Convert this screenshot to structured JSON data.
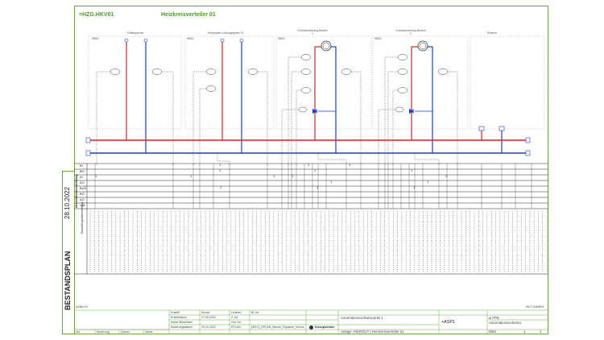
{
  "sheet": {
    "id": "=HZG.HKV01",
    "title": "Heizkreisverteiler 01",
    "date": "28.10.2022",
    "status": "BESTANDSPLAN",
    "side_label_1": "Messstellenbeschreibung",
    "side_label_2": "Darstellungsbeschreibung"
  },
  "sections": [
    {
      "label": "Pufferspeicher",
      "code": "HBM1"
    },
    {
      "label": "Heizregister Luftvorgegeben 01",
      "code": "HBM1"
    },
    {
      "label": "Fußbodenheizung Bereich 1",
      "code": "HBM1"
    },
    {
      "label": "Fußbodenheizung Bereich 2",
      "code": "HBM1"
    },
    {
      "label": "Reserve",
      "code": ""
    }
  ],
  "signal_rows": [
    "BI",
    "BO",
    "AI",
    "AO",
    "BUS",
    "BO",
    "AO",
    "UM"
  ],
  "title_block": {
    "erstellt": "Erstellt",
    "erstelldatum": "Erstelldatum",
    "letzter_bearbeiter": "letzter Bearbeiter",
    "aenderungsdatum": "Änderungsdatum",
    "kunde": "Kunde",
    "erstellt_date": "27.05.2022",
    "aenderung_date": "29.10.2022",
    "norm": "EPLAN",
    "project": "[IEEC]_EPLAN_Meuse_Expanse_Norme",
    "leitwert": "Leitwert",
    "z_nr": "Z.-Nr.",
    "ger_nr": "Ger.-Nr.",
    "bl_nr": "Bl.-Nr.",
    "col_aend": "Änderung",
    "col_datum": "Datum",
    "col_name": "Name",
    "col_ind": "Ind",
    "company": "Kreuzpointner",
    "desc_1": "Automationsschwerpunkt 1",
    "desc_2": "Anlage: MSR/GLT | Heizkreisverteiler 01",
    "code": "+ASP1",
    "doc_type": "& PPE",
    "doc_subtype": "Automationsschema",
    "blatt_label": "Blatt",
    "blatt": "1",
    "blatt_total": "1",
    "path_left": "AZ86/+/0",
    "path_right": "=BLT.11MSR/1"
  },
  "colors": {
    "frame": "#6aa84f",
    "supply": "#e02020",
    "return": "#1f3fc8",
    "grid": "#222222",
    "dashed": "#333333"
  }
}
